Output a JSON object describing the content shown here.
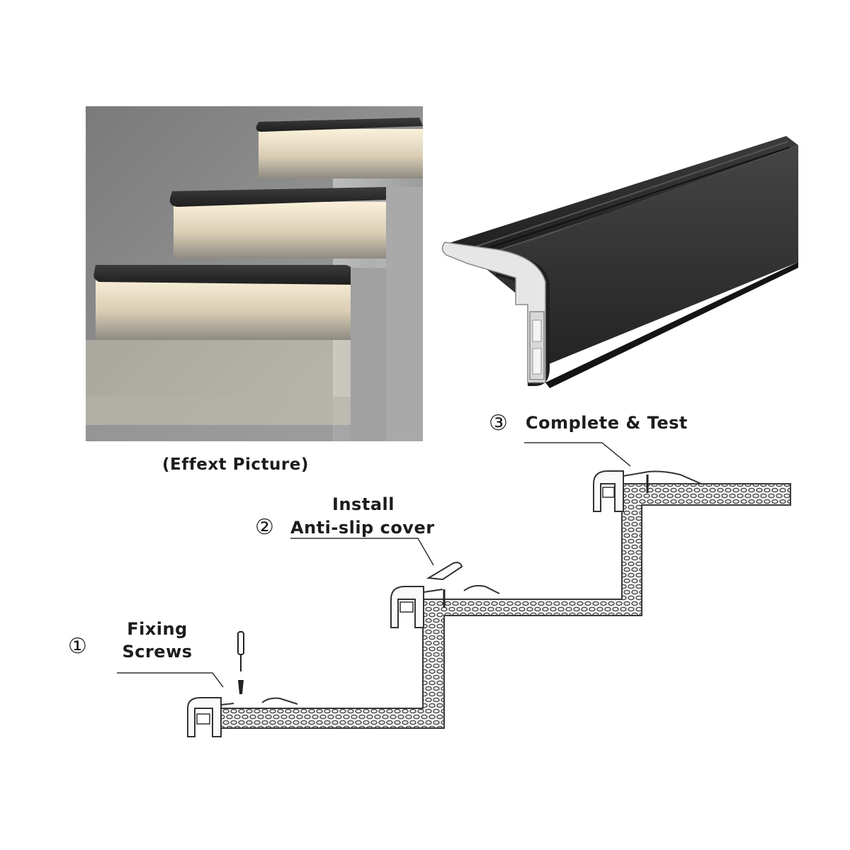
{
  "caption": "(Effext Picture)",
  "steps": [
    {
      "number": "①",
      "text_lines": [
        "Fixing",
        "Screws"
      ]
    },
    {
      "number": "②",
      "text_lines": [
        "Install",
        "Anti-slip cover"
      ]
    },
    {
      "number": "③",
      "text_lines": [
        "Complete & Test"
      ]
    }
  ],
  "colors": {
    "profile_dark": "#2a2a2a",
    "wall_gray": "#8a8a8a",
    "led_glow": "#f3e6c8",
    "concrete_outline": "#3a3a3a"
  }
}
